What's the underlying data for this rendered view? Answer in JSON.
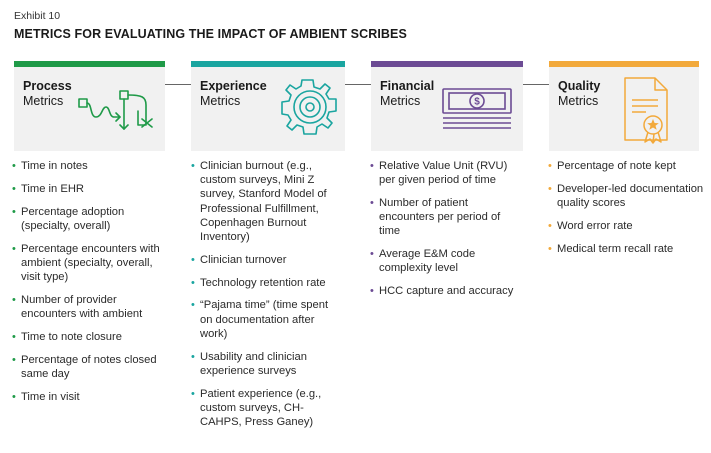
{
  "exhibit": "Exhibit 10",
  "title": "METRICS FOR EVALUATING THE IMPACT OF AMBIENT SCRIBES",
  "colors": {
    "process": "#1f9a48",
    "experience": "#1aa5a0",
    "financial": "#6c4b94",
    "quality": "#f2a93b"
  },
  "categories": [
    {
      "name": "Process",
      "sub": "Metrics",
      "icon": "workflow-icon",
      "items": [
        "Time in notes",
        "Time in EHR",
        "Percentage adoption (specialty, overall)",
        "Percentage encounters with ambient (specialty, overall, visit type)",
        "Number of provider encounters with ambient",
        "Time to note closure",
        "Percentage of notes closed same day",
        "Time in visit"
      ]
    },
    {
      "name": "Experience",
      "sub": "Metrics",
      "icon": "gear-icon",
      "items": [
        "Clinician burnout (e.g., custom surveys, Mini Z survey, Stanford Model of Professional Fulfillment, Copenhagen Burnout Inventory)",
        "Clinician turnover",
        "Technology retention rate",
        "“Pajama time” (time spent on documentation after work)",
        "Usability and clinician experience surveys",
        "Patient experience (e.g., custom surveys, CH-CAHPS, Press Ganey)"
      ]
    },
    {
      "name": "Financial",
      "sub": "Metrics",
      "icon": "money-icon",
      "items": [
        "Relative Value Unit (RVU) per given period of time",
        "Number of patient encounters per period of time",
        "Average E&M code complexity level",
        "HCC capture and accuracy"
      ]
    },
    {
      "name": "Quality",
      "sub": "Metrics",
      "icon": "certificate-icon",
      "items": [
        "Percentage of note kept",
        "Developer-led documentation quality scores",
        "Word error rate",
        "Medical term recall rate"
      ]
    }
  ]
}
